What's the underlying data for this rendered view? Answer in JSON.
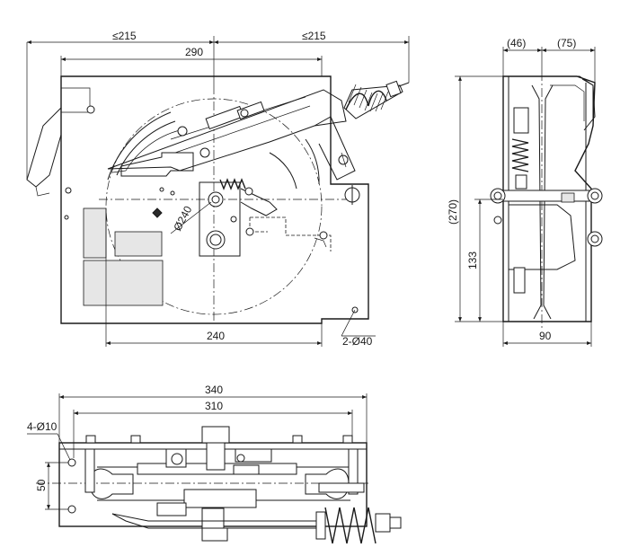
{
  "front_view": {
    "dim_left_half": "≤215",
    "dim_right_half": "≤215",
    "dim_width_290": "290",
    "dim_sheave_dia": "Ø240",
    "dim_bottom_240": "240",
    "dim_holes": "2-Ø40"
  },
  "side_view": {
    "dim_top_46": "(46)",
    "dim_top_75": "(75)",
    "dim_height_270": "(270)",
    "dim_height_133": "133",
    "dim_bottom_90": "90"
  },
  "top_view": {
    "dim_width_340": "340",
    "dim_width_310": "310",
    "dim_holes": "4-Ø10",
    "dim_50": "50"
  }
}
